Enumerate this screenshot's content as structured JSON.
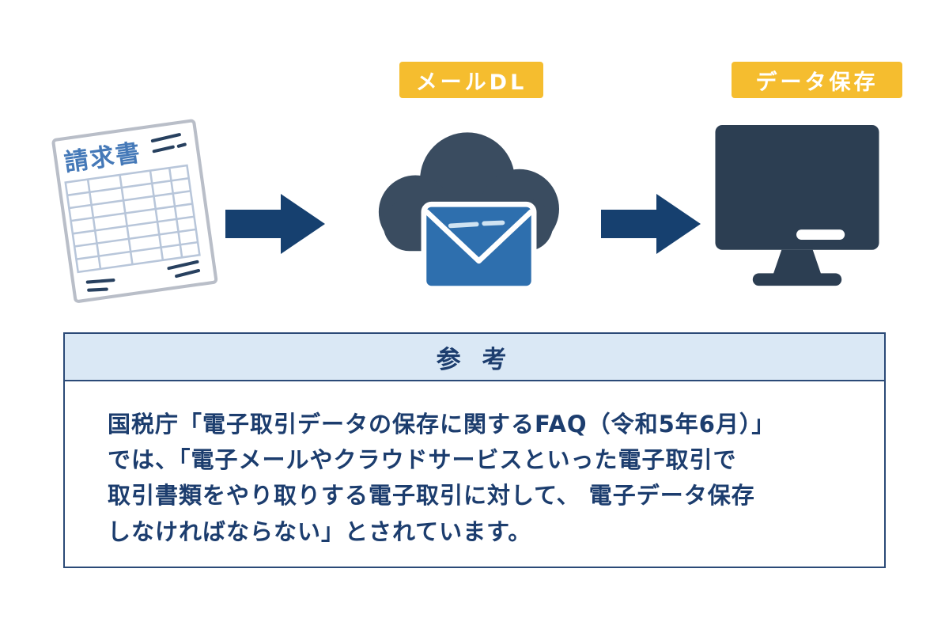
{
  "diagram": {
    "flow": {
      "invoice_label": "請求書",
      "cloud_badge": "メールDL",
      "monitor_badge": "データ保存"
    },
    "reference": {
      "title": "参 考",
      "body": "国税庁「電子取引データの保存に関するFAQ（令和5年6月）」\nでは、「電子メールやクラウドサービスといった電子取引で\n取引書類をやり取りする電子取引に対して、 電子データ保存\nしなければならない」とされています。"
    },
    "colors": {
      "badge_yellow": "#F5BD2F",
      "navy_text": "#1C3D6E",
      "arrow_navy": "#16406F",
      "cloud_gray": "#3A4C60",
      "envelope_blue": "#2E6FAE",
      "monitor_dark": "#2C3E52",
      "reference_header_bg": "#DAE8F5",
      "invoice_title_blue": "#4579B8"
    }
  }
}
